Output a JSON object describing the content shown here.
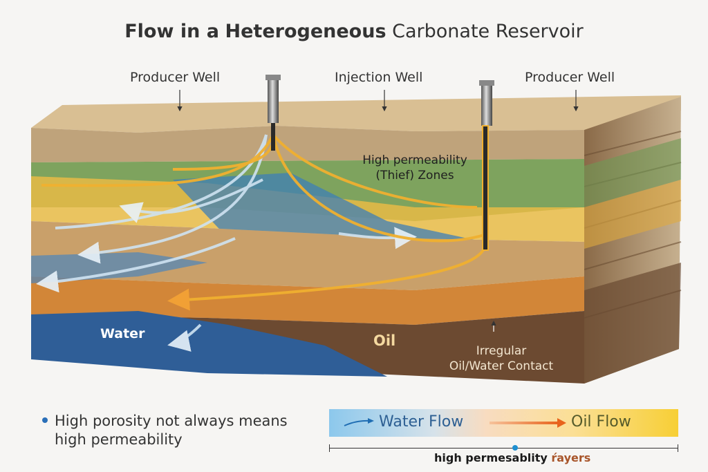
{
  "title": {
    "part1": "Flow in a",
    "part2": "Heterogeneous",
    "part3": "Carbonate Reservoir"
  },
  "wells": {
    "left_label": "Producer Well",
    "center_label": "Injection Well",
    "right_label": "Producer Well"
  },
  "annotations": {
    "thief_zones": [
      "High permeability",
      "(Thief) Zones"
    ],
    "water": "Water",
    "oil": "Oil",
    "contact": [
      "Irregular",
      "Oil/Water Contact"
    ]
  },
  "bullet": {
    "lines": [
      "High porosity not always means",
      "high permeability"
    ]
  },
  "legend": {
    "water_flow": "Water Flow",
    "oil_flow": "Oil Flow",
    "scale_label_1": "high permesablity",
    "scale_label_2": "ŕayers"
  },
  "colors": {
    "water": "#3a78b5",
    "oil": "#e8792a",
    "thief": "#f2c230",
    "rock": "#c9a878"
  }
}
